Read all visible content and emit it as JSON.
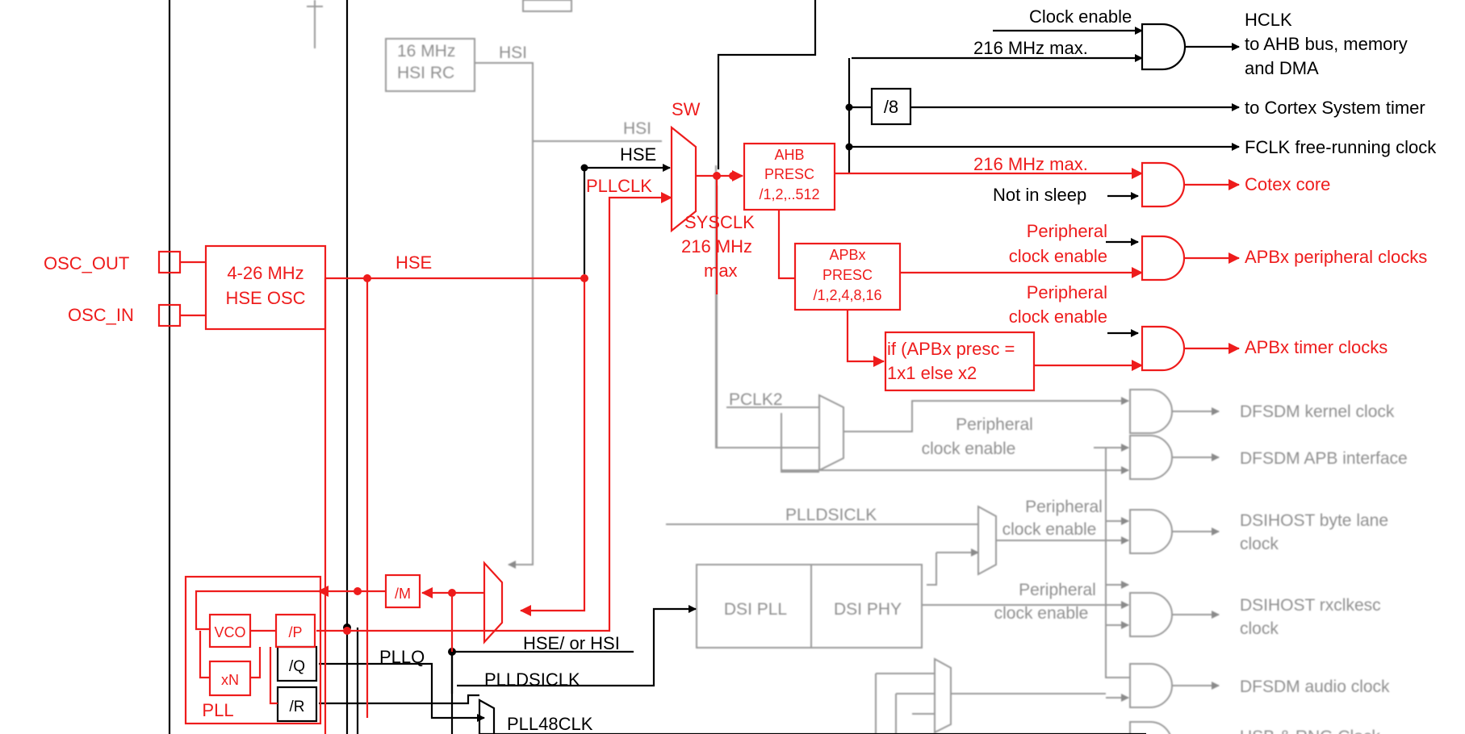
{
  "colors": {
    "active": "#ee1c1c",
    "wire": "#000000",
    "faded": "#8a8a8a",
    "background": "#ffffff"
  },
  "pins": {
    "osc_out": "OSC_OUT",
    "osc_in": "OSC_IN"
  },
  "blocks": {
    "hsi_rc": [
      "16 MHz",
      "HSI RC"
    ],
    "hse_osc": [
      "4-26 MHz",
      "HSE OSC"
    ],
    "ahb_presc": [
      "AHB",
      "PRESC",
      "/1,2,..512"
    ],
    "apbx_presc": [
      "APBx",
      "PRESC",
      "/1,2,4,8,16"
    ],
    "timer_mult": [
      "if (APBx presc =",
      "1x1 else x2"
    ],
    "div8": "/8",
    "div_m": "/M",
    "vco": "VCO",
    "xn": "xN",
    "div_p": "/P",
    "div_q": "/Q",
    "div_r": "/R",
    "pll": "PLL",
    "dsi_pll": "DSI PLL",
    "dsi_phy": "DSI PHY"
  },
  "labels": {
    "hsi_top": "HSI",
    "hsi_mux": "HSI",
    "hse_mux": "HSE",
    "pllclk": "PLLCLK",
    "sw": "SW",
    "sysclk": [
      "SYSCLK",
      "216 MHz",
      "max"
    ],
    "hse_line": "HSE",
    "clock_enable": "Clock enable",
    "max_216_a": "216 MHz max.",
    "max_216_b": "216 MHz max.",
    "not_in_sleep": "Not in sleep",
    "periph_enable_1": [
      "Peripheral",
      "clock enable"
    ],
    "periph_enable_2": [
      "Peripheral",
      "clock enable"
    ],
    "pclk2": "PCLK2",
    "periph_enable_3": [
      "Peripheral",
      "clock enable"
    ],
    "plldsiclk_top": "PLLDSICLK",
    "periph_enable_4": [
      "Peripheral",
      "clock enable"
    ],
    "periph_enable_5": [
      "Peripheral",
      "clock enable"
    ],
    "hse_or_hsi": "HSE/ or HSI",
    "pllq": "PLLQ",
    "plldsiclk": "PLLDSICLK",
    "pll48clk": "PLL48CLK"
  },
  "outputs": {
    "hclk": [
      "HCLK",
      "to AHB bus, memory",
      "and DMA"
    ],
    "cortex_timer": "to Cortex System timer",
    "fclk": "FCLK free-running clock",
    "cortex_core": "Cotex core",
    "apbx_periph": "APBx peripheral clocks",
    "apbx_timer": "APBx timer clocks",
    "dfsdm_kernel": "DFSDM kernel clock",
    "dfsdm_apb": "DFSDM APB interface",
    "dsihost_byte": [
      "DSIHOST byte lane",
      "clock"
    ],
    "dsihost_rx": [
      "DSIHOST rxclkesc",
      "clock"
    ],
    "dfsdm_audio": "DFSDM audio clock",
    "usb_clock": "USB & RNG Clock"
  }
}
